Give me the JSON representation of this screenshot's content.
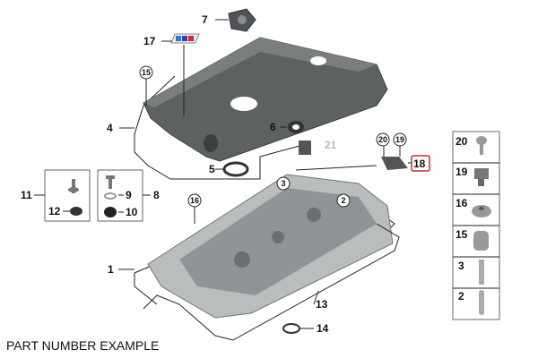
{
  "caption": "PART NUMBER EXAMPLE",
  "callouts": {
    "c1": "1",
    "c2": "2",
    "c3": "3",
    "c4": "4",
    "c5": "5",
    "c6": "6",
    "c7": "7",
    "c8": "8",
    "c9": "9",
    "c10": "10",
    "c11": "11",
    "c12": "12",
    "c13": "13",
    "c14": "14",
    "c15": "15",
    "c16": "16",
    "c17": "17",
    "c18": "18",
    "c19": "19",
    "c20": "20",
    "c21": "21"
  },
  "legend_column": [
    "20",
    "19",
    "16",
    "15",
    "3",
    "2"
  ],
  "highlight_color": "#d9252a"
}
